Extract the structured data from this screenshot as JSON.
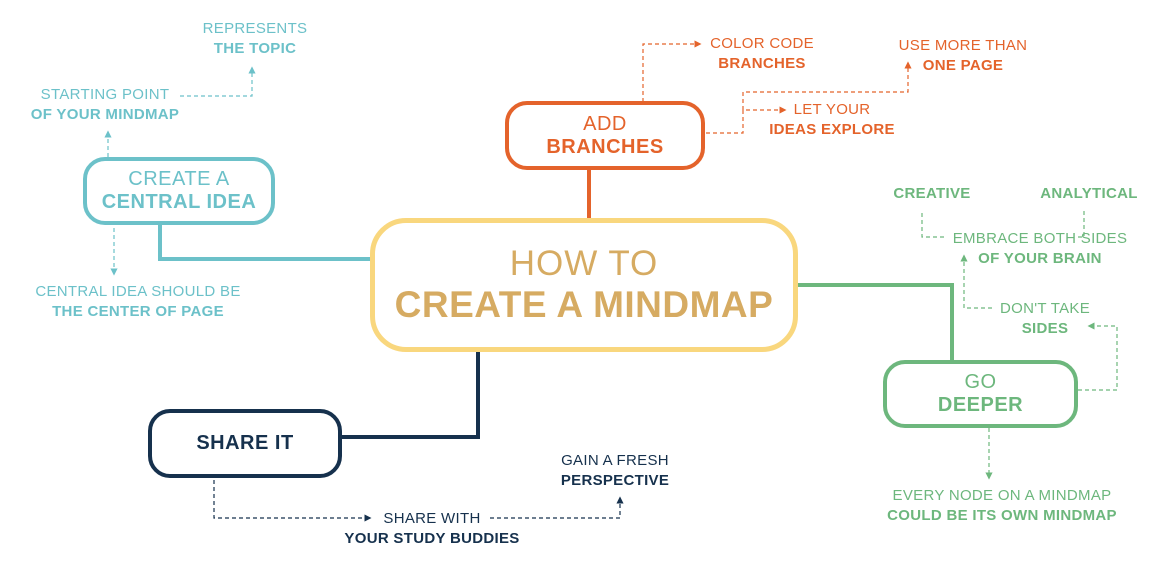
{
  "center": {
    "line1": "HOW TO",
    "line2": "CREATE A MINDMAP"
  },
  "central_idea": {
    "line1": "CREATE A",
    "line2": "CENTRAL IDEA",
    "represents": {
      "line1": "REPRESENTS",
      "line2": "THE TOPIC"
    },
    "starting": {
      "line1": "STARTING POINT",
      "line2": "OF YOUR MINDMAP"
    },
    "center_page": {
      "line1": "CENTRAL IDEA SHOULD BE",
      "line2": "THE CENTER OF PAGE"
    }
  },
  "branches": {
    "line1": "ADD",
    "line2": "BRANCHES",
    "color_code": {
      "line1": "COLOR CODE",
      "line2": "BRANCHES"
    },
    "more_page": {
      "line1": "USE MORE THAN",
      "line2": "ONE PAGE"
    },
    "ideas": {
      "line1": "LET YOUR",
      "line2": "IDEAS EXPLORE"
    }
  },
  "deeper": {
    "line1": "GO",
    "line2": "DEEPER",
    "creative": "CREATIVE",
    "analytical": "ANALYTICAL",
    "embrace": {
      "line1": "EMBRACE BOTH SIDES",
      "line2": "OF YOUR BRAIN"
    },
    "sides": {
      "line1": "DON'T TAKE",
      "line2": "SIDES"
    },
    "every_node": {
      "line1": "EVERY NODE ON A MINDMAP",
      "line2": "COULD BE ITS OWN MINDMAP"
    }
  },
  "share": {
    "label": "SHARE IT",
    "fresh": {
      "line1": "GAIN A FRESH",
      "line2": "PERSPECTIVE"
    },
    "buddies": {
      "line1": "SHARE WITH",
      "line2": "YOUR STUDY BUDDIES"
    }
  },
  "colors": {
    "teal": "#6cc1c9",
    "orange": "#e4632b",
    "yellow": "#f9d77e",
    "center_text": "#d6ab62",
    "green": "#6db77d",
    "navy": "#16314d"
  }
}
